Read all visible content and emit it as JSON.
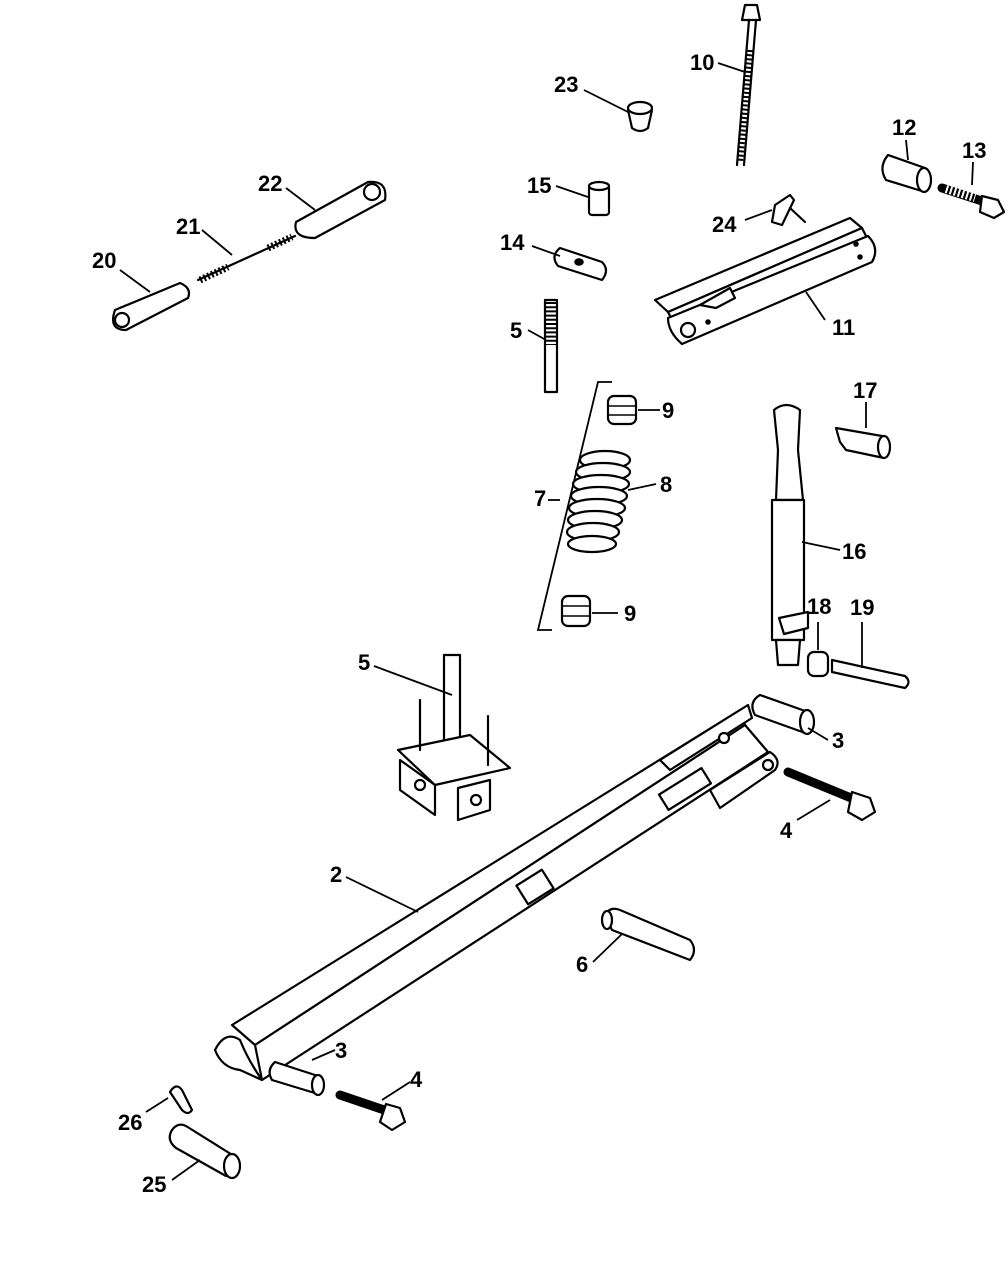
{
  "callouts": [
    {
      "id": "c2",
      "label": "2"
    },
    {
      "id": "c3a",
      "label": "3"
    },
    {
      "id": "c3b",
      "label": "3"
    },
    {
      "id": "c4a",
      "label": "4"
    },
    {
      "id": "c4b",
      "label": "4"
    },
    {
      "id": "c5a",
      "label": "5"
    },
    {
      "id": "c5b",
      "label": "5"
    },
    {
      "id": "c6",
      "label": "6"
    },
    {
      "id": "c7",
      "label": "7"
    },
    {
      "id": "c8",
      "label": "8"
    },
    {
      "id": "c9a",
      "label": "9"
    },
    {
      "id": "c9b",
      "label": "9"
    },
    {
      "id": "c10",
      "label": "10"
    },
    {
      "id": "c11",
      "label": "11"
    },
    {
      "id": "c12",
      "label": "12"
    },
    {
      "id": "c13",
      "label": "13"
    },
    {
      "id": "c14",
      "label": "14"
    },
    {
      "id": "c15",
      "label": "15"
    },
    {
      "id": "c16",
      "label": "16"
    },
    {
      "id": "c17",
      "label": "17"
    },
    {
      "id": "c18",
      "label": "18"
    },
    {
      "id": "c19",
      "label": "19"
    },
    {
      "id": "c20",
      "label": "20"
    },
    {
      "id": "c21",
      "label": "21"
    },
    {
      "id": "c22",
      "label": "22"
    },
    {
      "id": "c23",
      "label": "23"
    },
    {
      "id": "c24",
      "label": "24"
    },
    {
      "id": "c25",
      "label": "25"
    },
    {
      "id": "c26",
      "label": "26"
    }
  ]
}
